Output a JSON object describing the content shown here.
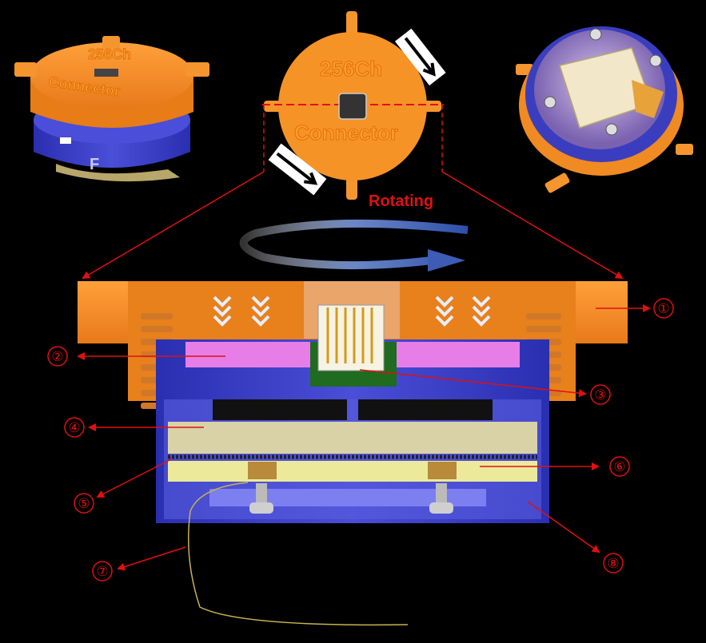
{
  "top_view": {
    "line1": "256Ch",
    "line2": "Connector",
    "rotating_label": "Rotating"
  },
  "left_view": {
    "line1": "256Ch",
    "line2": "Connector",
    "side_letter": "F"
  },
  "callouts": [
    "①",
    "②",
    "③",
    "④",
    "⑤",
    "⑥",
    "⑦",
    "⑧"
  ],
  "colors": {
    "connector_orange": "#f28a1e",
    "housing_blue": "#3b3ec2",
    "pink_layer": "#e77ee8",
    "pcb_beige": "#d9d2a6",
    "yellow_board": "#ecea9a",
    "callout_red": "#e01010"
  }
}
